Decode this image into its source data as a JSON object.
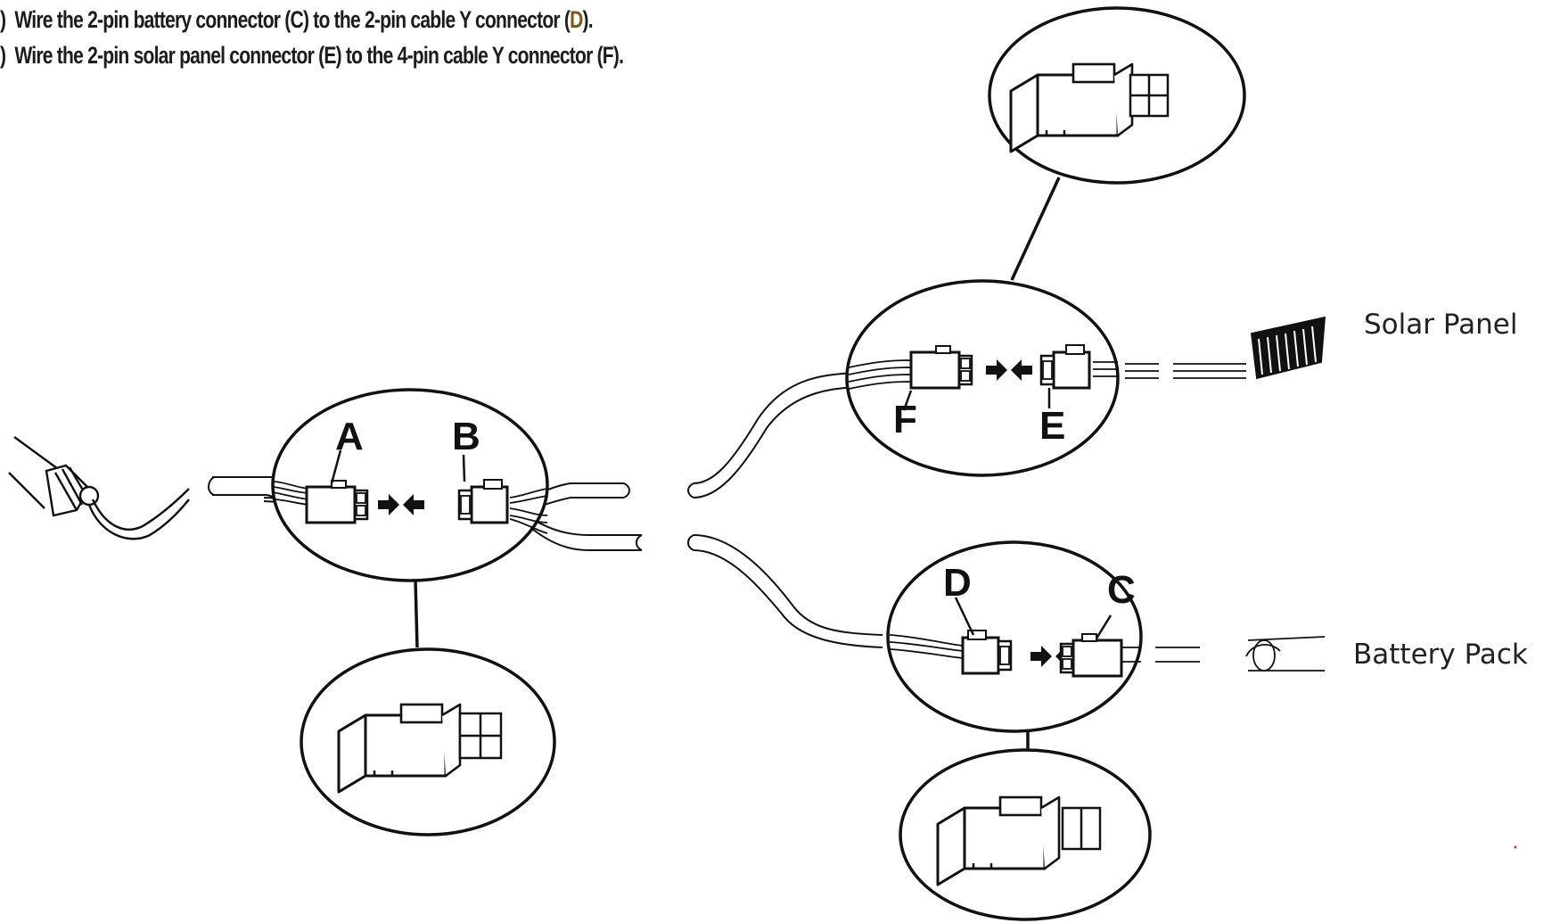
{
  "instructions": [
    {
      "prefix": ")",
      "text_before": "Wire the 2-pin battery connector (C) to the 2-pin cable Y connector (",
      "highlight": "D",
      "text_after": ")."
    },
    {
      "prefix": ")",
      "text_before": "Wire the 2-pin solar panel connector (E) to the 4-pin cable Y connector (F).",
      "highlight": "",
      "text_after": ""
    }
  ],
  "callouts": {
    "a": "A",
    "b": "B",
    "c": "C",
    "d": "D",
    "e": "E",
    "f": "F"
  },
  "labels": {
    "solar_panel": "Solar Panel",
    "battery_pack": "Battery Pack"
  },
  "colors": {
    "ink": "#111111",
    "highlight_text": "#7a5a1a",
    "background": "#ffffff"
  }
}
